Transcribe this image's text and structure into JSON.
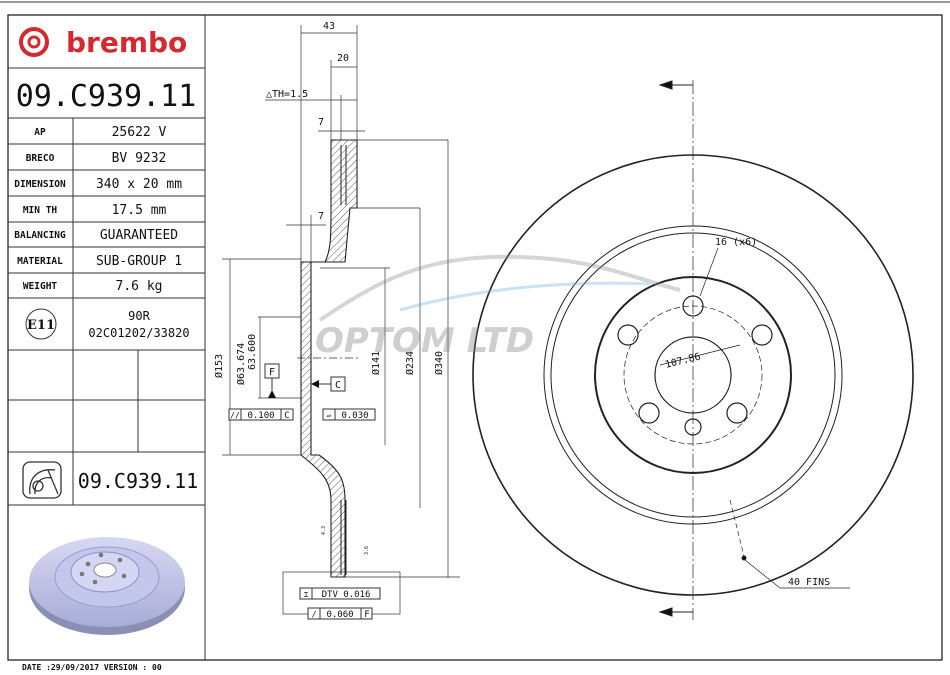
{
  "brand": {
    "name": "brembo",
    "color": "#d7282f"
  },
  "part_number": "09.C939.11",
  "specs": [
    {
      "label": "AP",
      "value": "25622 V"
    },
    {
      "label": "BRECO",
      "value": "BV 9232"
    },
    {
      "label": "DIMENSION",
      "value": "340 x 20 mm"
    },
    {
      "label": "MIN TH",
      "value": "17.5 mm"
    },
    {
      "label": "BALANCING",
      "value": "GUARANTEED"
    },
    {
      "label": "MATERIAL",
      "value": "SUB-GROUP 1"
    },
    {
      "label": "WEIGHT",
      "value": "7.6 kg"
    }
  ],
  "approval": {
    "mark": "E11",
    "line1": "90R",
    "line2": "02C01202/33820"
  },
  "footer": "DATE :29/09/2017 VERSION : 00",
  "watermark": "OPTOM LTD",
  "section": {
    "dim_43": "43",
    "dim_20": "20",
    "delta_th": "△TH=1.5",
    "dim_7a": "7",
    "dim_7b": "7",
    "dia_153": "Ø153",
    "dia_63_674": "Ø63.674",
    "dia_63_600": "63.600",
    "dia_141": "Ø141",
    "dia_234": "Ø234",
    "dia_340": "Ø340",
    "datum_f": "F",
    "datum_c": "C",
    "tol_parallel": "0.100",
    "tol_parallel_ref": "C",
    "tol_flat": "0.030",
    "tol_dtv": "DTV 0.016",
    "tol_runout": "0.060",
    "tol_runout_ref": "F",
    "small_1": "4.3",
    "small_2": "3.6"
  },
  "front": {
    "holes": "16 (x6)",
    "pcd": "107.86",
    "fins": "40 FINS"
  }
}
